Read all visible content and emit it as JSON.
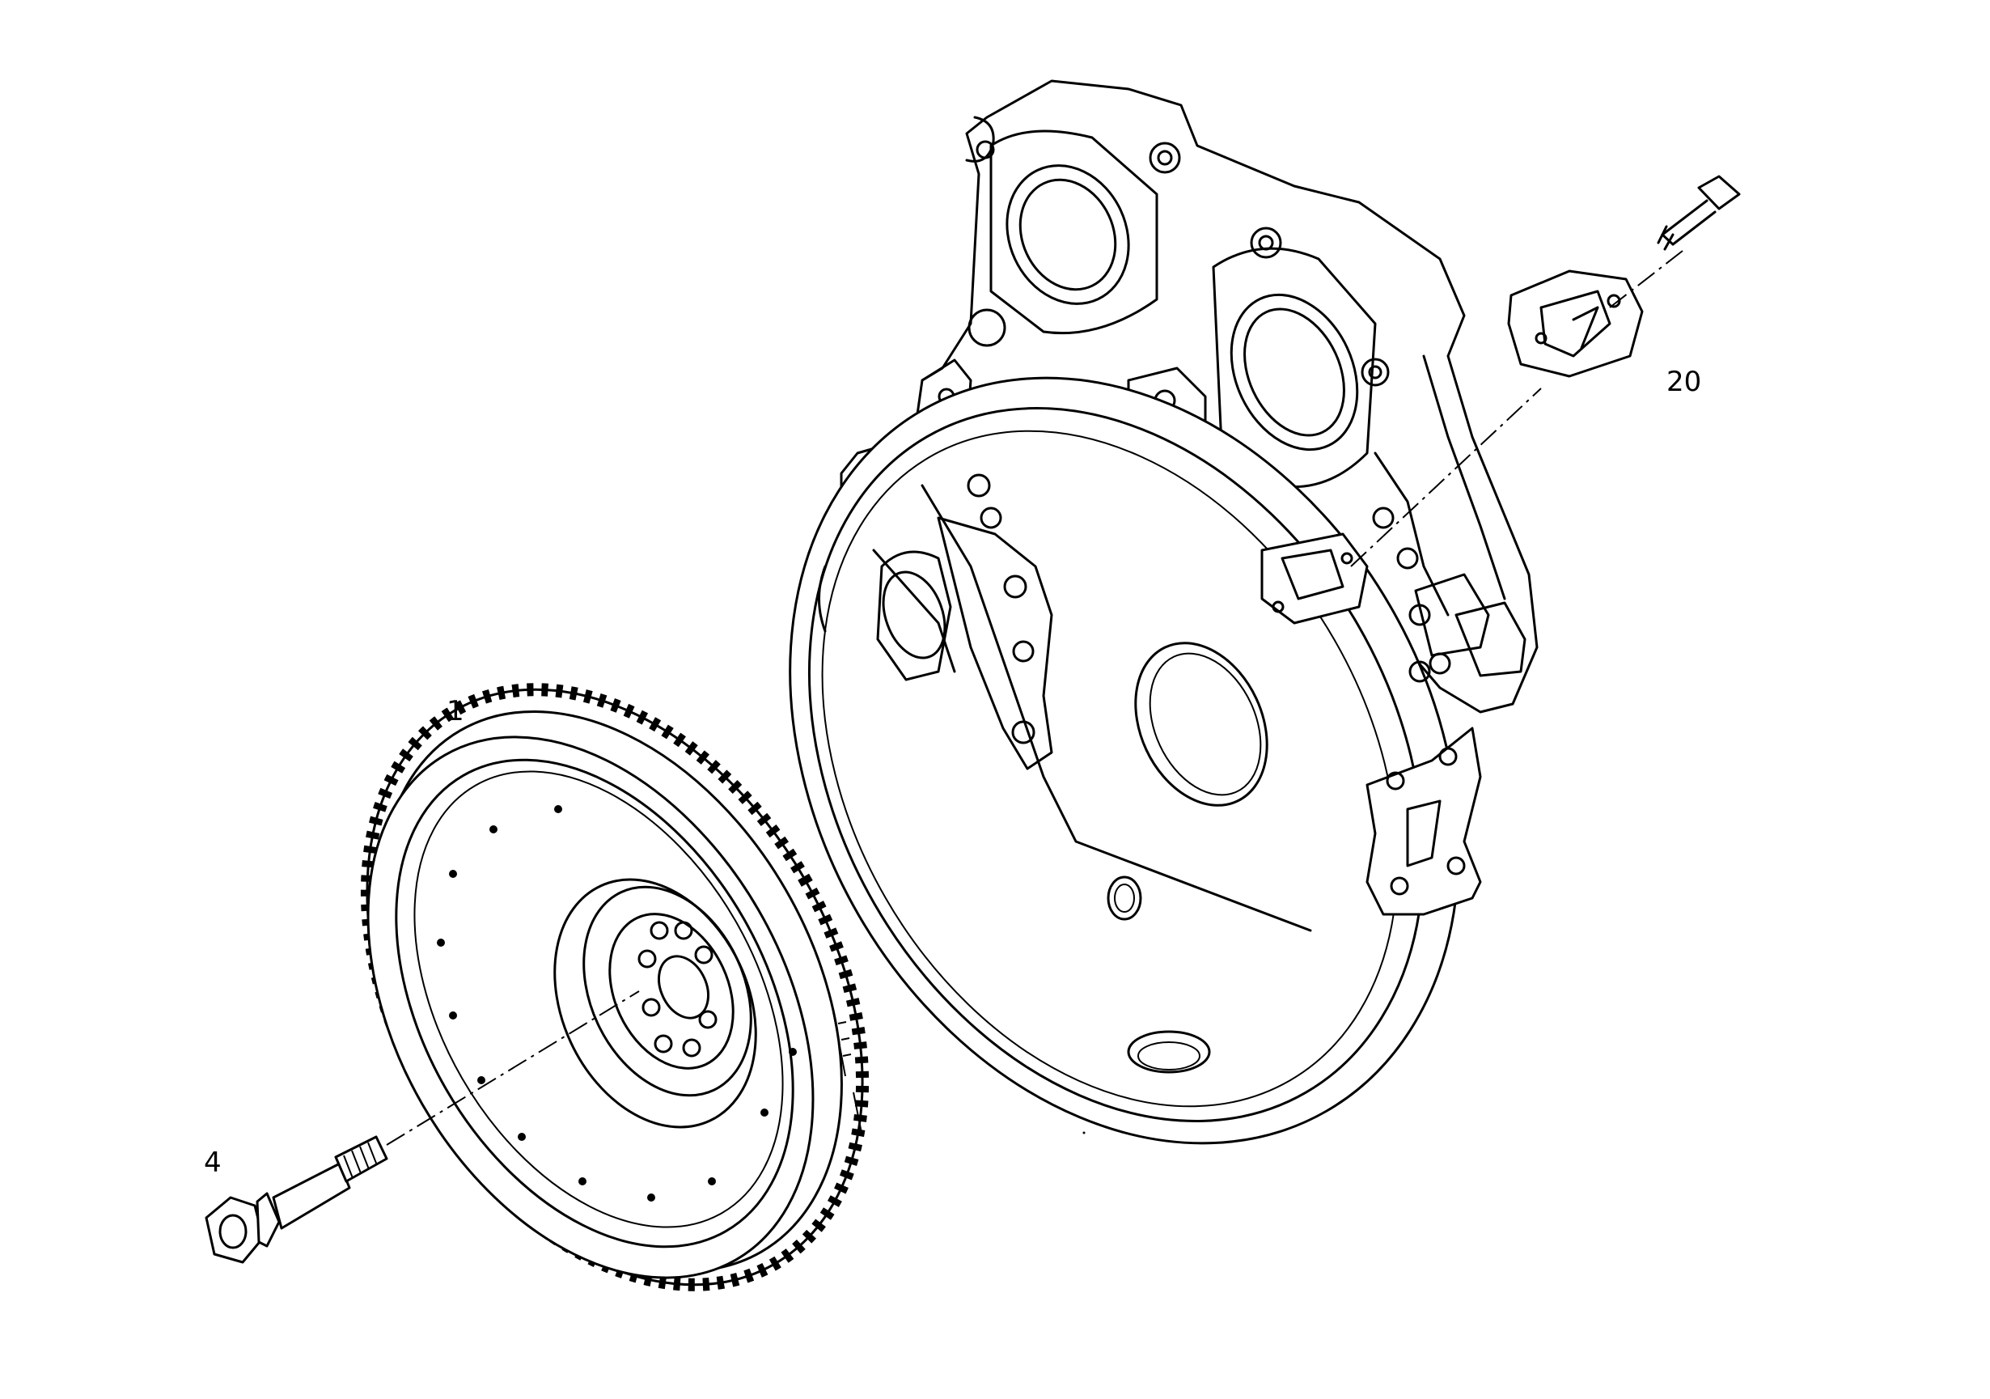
{
  "diagram": {
    "callouts": [
      {
        "id": "part-1",
        "label": "1"
      },
      {
        "id": "part-4",
        "label": "4"
      },
      {
        "id": "part-20",
        "label": "20"
      }
    ]
  }
}
